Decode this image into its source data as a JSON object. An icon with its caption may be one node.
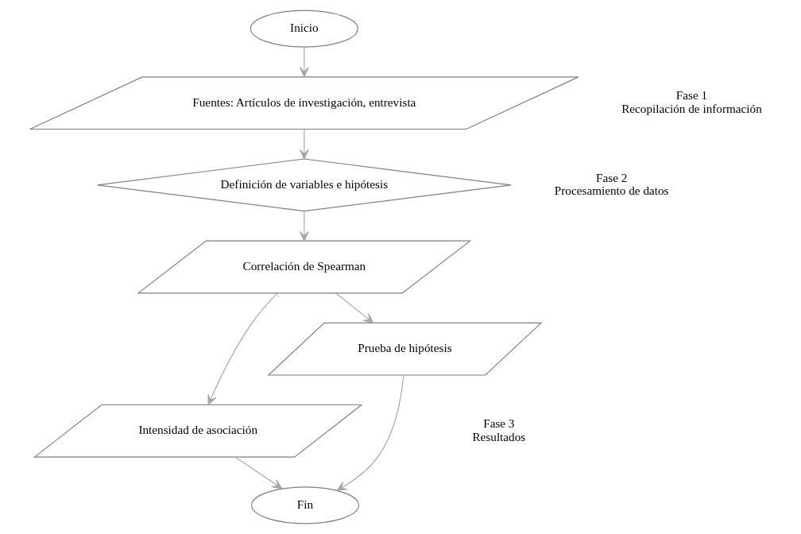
{
  "diagram": {
    "nodes": [
      {
        "text": [
          "Inicio"
        ]
      },
      {
        "text": [
          "Fuentes: Artículos de investigación, entrevista"
        ]
      },
      {
        "text": [
          "Definición de variables e hipótesis"
        ]
      },
      {
        "text": [
          "Correlación de Spearman"
        ]
      },
      {
        "text": [
          "Intensidad de asociación"
        ]
      },
      {
        "text": [
          "Prueba de hipótesis"
        ]
      },
      {
        "text": [
          "Fin"
        ]
      }
    ],
    "edges": [
      {
        "from": 0,
        "to": 1,
        "arrow": "to"
      },
      {
        "from": 1,
        "to": 2,
        "arrow": "to"
      },
      {
        "from": 2,
        "to": 3,
        "arrow": "to"
      },
      {
        "from": 3,
        "to": 4,
        "arrow": "to"
      },
      {
        "from": 3,
        "to": 5,
        "arrow": "to"
      },
      {
        "from": 4,
        "to": 6,
        "arrow": "to"
      },
      {
        "from": 5,
        "to": 6,
        "arrow": "to"
      }
    ],
    "labels": [
      "Fase 1",
      "Recopilación de información",
      "Fase 2",
      "Procesamiento de datos",
      "Fase 3",
      "Resultados"
    ]
  }
}
